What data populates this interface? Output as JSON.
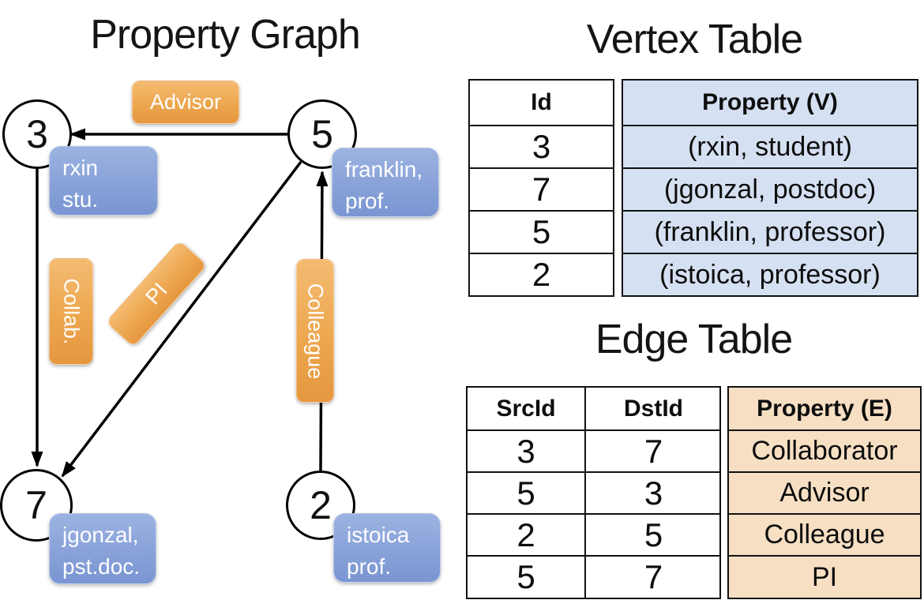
{
  "graph": {
    "title": "Property Graph",
    "nodes": {
      "n3": "3",
      "n5": "5",
      "n7": "7",
      "n2": "2"
    },
    "vertex_labels": {
      "n3": {
        "line1": "rxin",
        "line2": "stu."
      },
      "n5": {
        "line1": "franklin,",
        "line2": "prof."
      },
      "n7": {
        "line1": "jgonzal,",
        "line2": "pst.doc."
      },
      "n2": {
        "line1": "istoica",
        "line2": "prof."
      }
    },
    "edge_labels": {
      "advisor": "Advisor",
      "collab": "Collab.",
      "pi": "PI",
      "colleague": "Colleague"
    }
  },
  "vertex_table": {
    "title": "Vertex Table",
    "columns": {
      "id": "Id",
      "property": "Property (V)"
    },
    "rows": [
      [
        "3",
        "(rxin, student)"
      ],
      [
        "7",
        "(jgonzal, postdoc)"
      ],
      [
        "5",
        "(franklin, professor)"
      ],
      [
        "2",
        "(istoica, professor)"
      ]
    ]
  },
  "edge_table": {
    "title": "Edge Table",
    "columns": {
      "src": "SrcId",
      "dst": "DstId",
      "property": "Property (E)"
    },
    "rows": [
      [
        "3",
        "7",
        "Collaborator"
      ],
      [
        "5",
        "3",
        "Advisor"
      ],
      [
        "2",
        "5",
        "Colleague"
      ],
      [
        "5",
        "7",
        "PI"
      ]
    ]
  },
  "colors": {
    "edge_label_orange_top": "#f4bb72",
    "edge_label_orange_bottom": "#e5973f",
    "vertex_label_blue_top": "#9cb3e1",
    "vertex_label_blue_bottom": "#7a95d2",
    "vertex_table_cell_blue": "#d5e0f2",
    "edge_table_cell_tan": "#f6dfc3",
    "line_black": "#000000"
  }
}
